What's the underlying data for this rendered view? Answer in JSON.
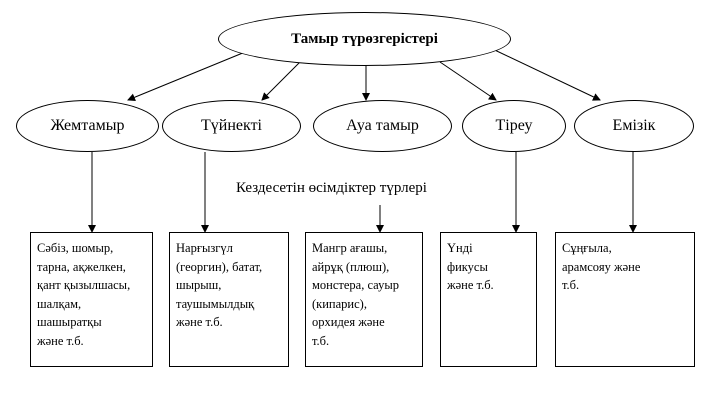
{
  "root": {
    "label": "Тамыр түрөзгерістері"
  },
  "categories": [
    {
      "label": "Жемтамыр"
    },
    {
      "label": "Түйнекті"
    },
    {
      "label": "Ауа тамыр"
    },
    {
      "label": "Тіреу"
    },
    {
      "label": "Емізік"
    }
  ],
  "caption": "Кездесетін өсімдіктер түрлері",
  "examples": [
    {
      "lines": [
        "Сәбіз, шомыр,",
        "тарна, ақжелкен,",
        "қант қызылшасы,",
        "шалқам,",
        "шашыратқы",
        "және т.б."
      ]
    },
    {
      "lines": [
        "Нарғызгүл",
        "(георгин), батат,",
        "шырыш,",
        "таушымылдық",
        "және т.б."
      ]
    },
    {
      "lines": [
        "Мангр ағашы,",
        "айрұқ (плюш),",
        "монстера, сауыр",
        "(кипарис),",
        "орхидея және",
        "т.б."
      ]
    },
    {
      "lines": [
        "Үнді",
        "фикусы",
        "және т.б."
      ]
    },
    {
      "lines": [
        "Сұңғыла,",
        "арамсояу және",
        "т.б."
      ]
    }
  ]
}
